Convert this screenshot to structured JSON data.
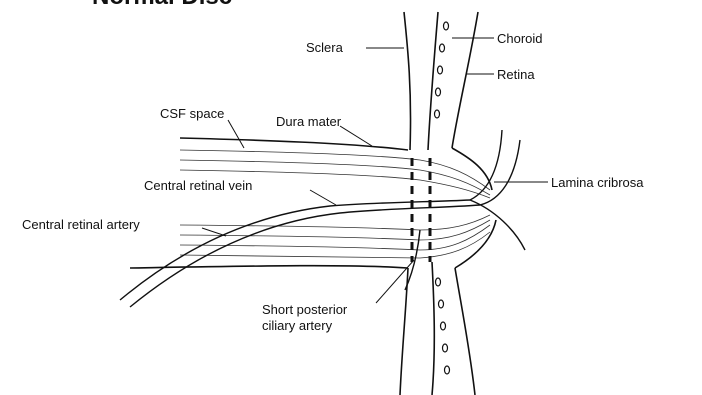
{
  "figure": {
    "title_partial": "Normal Disc",
    "labels": {
      "sclera": "Sclera",
      "choroid": "Choroid",
      "retina": "Retina",
      "dura_mater": "Dura mater",
      "csf_space": "CSF space",
      "lamina_cribrosa": "Lamina cribrosa",
      "central_retinal_vein": "Central retinal vein",
      "central_retinal_artery": "Central retinal artery",
      "short_posterior_line1": "Short posterior",
      "short_posterior_line2": "ciliary artery"
    }
  },
  "colors": {
    "ink": "#111111",
    "background": "#ffffff"
  }
}
